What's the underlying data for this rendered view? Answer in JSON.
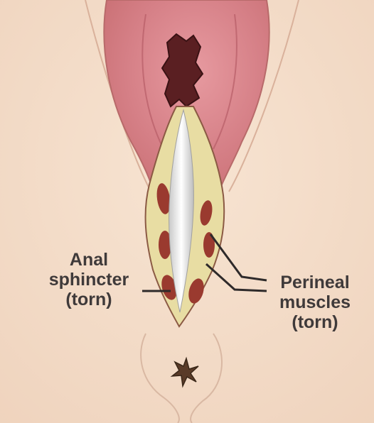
{
  "labels": {
    "anal_sphincter": {
      "line1": "Anal",
      "line2": "sphincter",
      "line3": "(torn)"
    },
    "perineal_muscles": {
      "line1": "Perineal",
      "line2": "muscles",
      "line3": "(torn)"
    }
  },
  "colors": {
    "skin": "#f3dcc8",
    "skin_shadow": "#e2b9a0",
    "labia": "#d98a8e",
    "labia_inner": "#c2636b",
    "opening": "#5a1f22",
    "tissue_yellow": "#e9dfa8",
    "muscle": "#9a3a2f",
    "tear_center": "#f2f2f2",
    "text": "#3f3a3a",
    "leader_line": "#2e2a2a"
  }
}
